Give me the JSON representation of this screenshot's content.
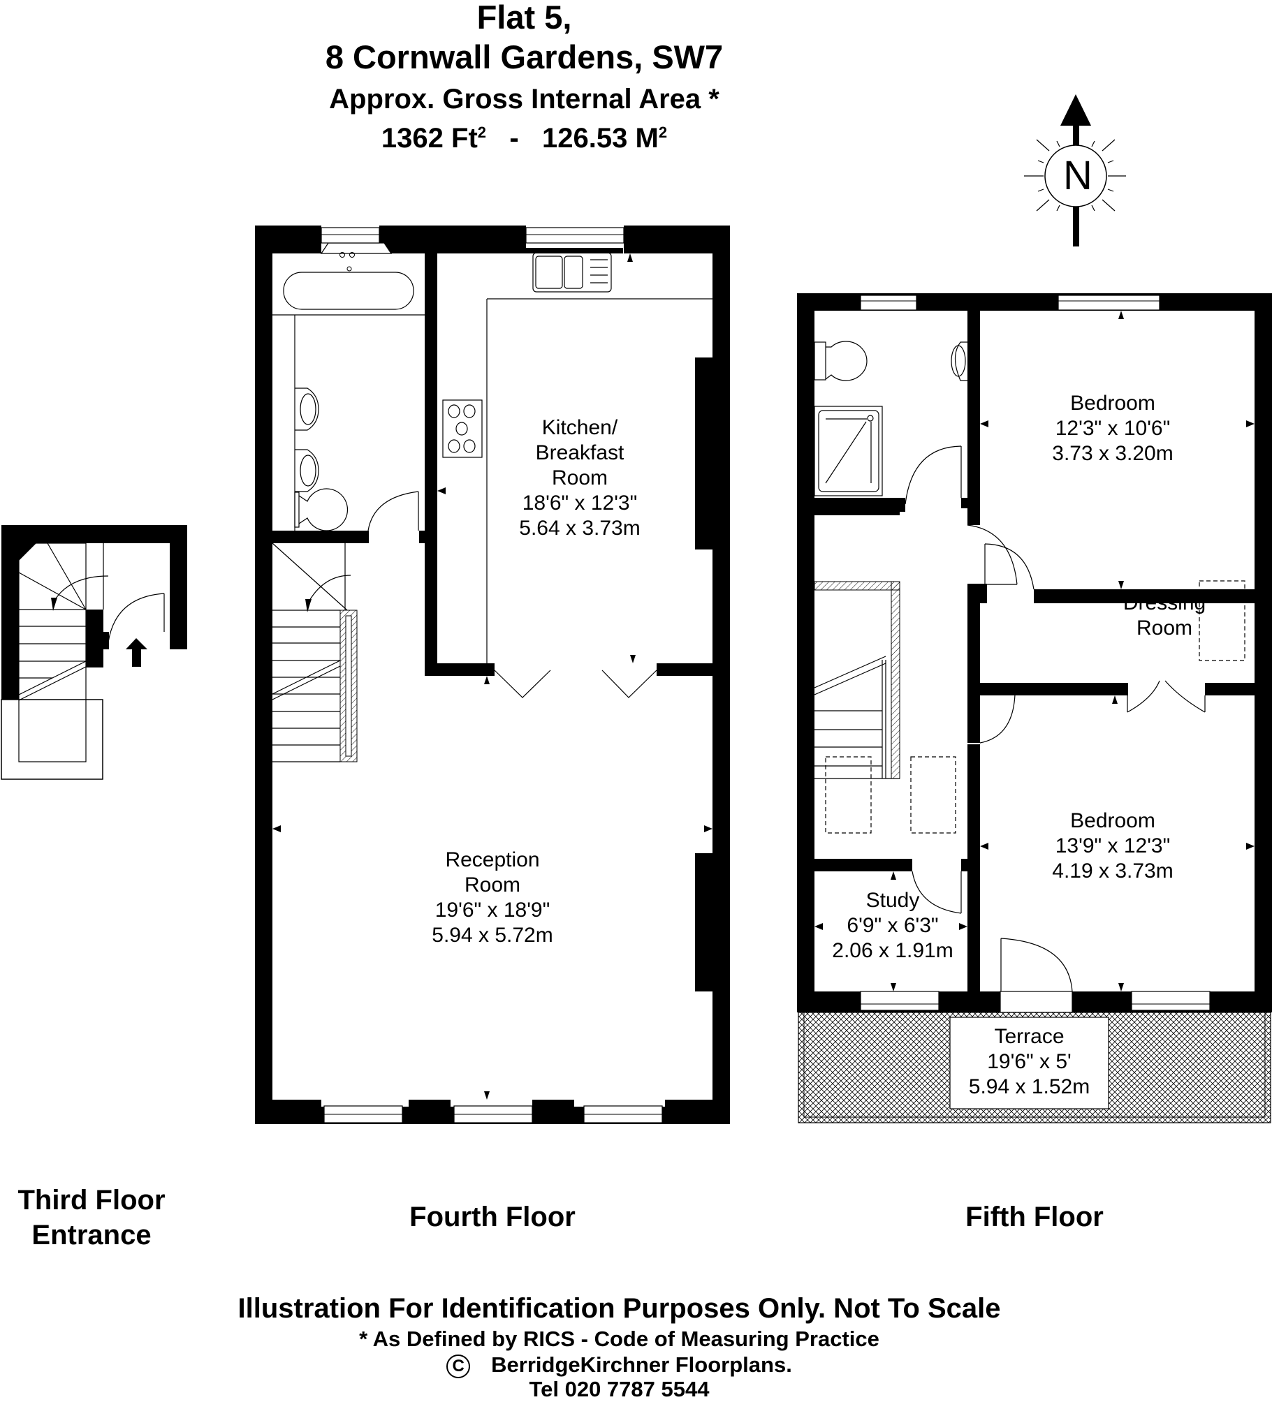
{
  "header": {
    "line1": "Flat 5,",
    "line2": "8 Cornwall Gardens, SW7",
    "line3": "Approx. Gross Internal Area *",
    "area_ft": "1362 Ft",
    "area_sep": "-",
    "area_m": "126.53 M",
    "sup": "2"
  },
  "compass": {
    "label": "N",
    "icon": "north-arrow-icon"
  },
  "floors": [
    {
      "name": "Third Floor",
      "name2": "Entrance"
    },
    {
      "name": "Fourth Floor"
    },
    {
      "name": "Fifth Floor"
    }
  ],
  "rooms": {
    "kitchen": {
      "name1": "Kitchen/",
      "name2": "Breakfast",
      "name3": "Room",
      "imperial": "18'6\" x 12'3\"",
      "metric": "5.64 x 3.73m"
    },
    "reception": {
      "name1": "Reception",
      "name2": "Room",
      "imperial": "19'6\" x 18'9\"",
      "metric": "5.94 x 5.72m"
    },
    "bedroom1": {
      "name": "Bedroom",
      "imperial": "12'3\" x 10'6\"",
      "metric": "3.73 x 3.20m"
    },
    "dressing": {
      "name1": "Dressing",
      "name2": "Room"
    },
    "bedroom2": {
      "name": "Bedroom",
      "imperial": "13'9\" x 12'3\"",
      "metric": "4.19 x 3.73m"
    },
    "study": {
      "name": "Study",
      "imperial": "6'9\" x 6'3\"",
      "metric": "2.06 x 1.91m"
    },
    "terrace": {
      "name": "Terrace",
      "imperial": "19'6\" x 5'",
      "metric": "5.94 x 1.52m"
    }
  },
  "footer": {
    "disclaimer": "Illustration For Identification Purposes Only. Not To Scale",
    "rics": "* As Defined by RICS - Code of Measuring Practice",
    "copyright_symbol": "C",
    "company": "BerridgeKirchner Floorplans.",
    "tel": "Tel 020 7787 5544"
  }
}
